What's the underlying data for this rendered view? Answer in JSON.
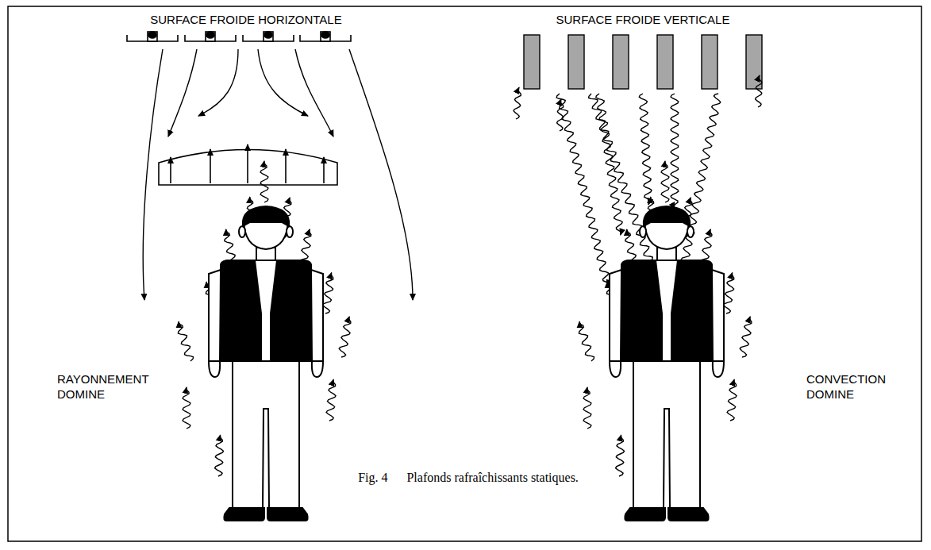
{
  "diagram": {
    "caption": "Fig. 4      Plafonds rafraîchissants statiques.",
    "labels": [
      "SURFACE FROIDE HORIZONTALE",
      "SURFACE FROIDE VERTICALE",
      "RAYONNEMENT DOMINE",
      "CONVECTION DOMINE"
    ]
  }
}
